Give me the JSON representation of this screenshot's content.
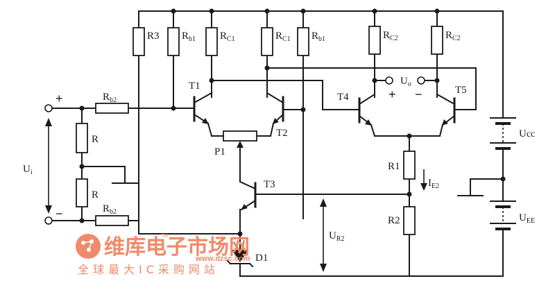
{
  "diagram": {
    "labels": {
      "R3": {
        "main": "R3",
        "sub": ""
      },
      "Rb1_left": {
        "main": "R",
        "sub": "b1"
      },
      "Rc1_left": {
        "main": "R",
        "sub": "C1"
      },
      "Rc1_right": {
        "main": "R",
        "sub": "C1"
      },
      "Rb1_right": {
        "main": "R",
        "sub": "b1"
      },
      "Rc2_left": {
        "main": "R",
        "sub": "C2"
      },
      "Rc2_right": {
        "main": "R",
        "sub": "C2"
      },
      "Rb2_top": {
        "main": "R",
        "sub": "b2"
      },
      "Rb2_bottom": {
        "main": "R",
        "sub": "b2"
      },
      "R_top": {
        "main": "R",
        "sub": ""
      },
      "R_bottom": {
        "main": "R",
        "sub": ""
      },
      "R1": {
        "main": "R1",
        "sub": ""
      },
      "R2": {
        "main": "R2",
        "sub": ""
      },
      "T1": {
        "main": "T1",
        "sub": ""
      },
      "T2": {
        "main": "T2",
        "sub": ""
      },
      "T3": {
        "main": "T3",
        "sub": ""
      },
      "T4": {
        "main": "T4",
        "sub": ""
      },
      "T5": {
        "main": "T5",
        "sub": ""
      },
      "P1": {
        "main": "P1",
        "sub": ""
      },
      "D1": {
        "main": "D1",
        "sub": ""
      },
      "Ui": {
        "main": "U",
        "sub": "i"
      },
      "Uo": {
        "main": "U",
        "sub": "o"
      },
      "Ucc": {
        "main": "U",
        "sub": "cc"
      },
      "Uee": {
        "main": "U",
        "sub": "EE"
      },
      "Ie2": {
        "main": "I",
        "sub": "E2"
      },
      "Ur2": {
        "main": "U",
        "sub": "R2"
      }
    },
    "signs": {
      "in_plus": "+",
      "in_minus": "−",
      "out_plus": "+",
      "out_minus": "−"
    }
  },
  "watermark": {
    "logo_text": "维库电子市场网",
    "tagline": "全球最大IC采购网站",
    "url": "www.dzsc.com",
    "tm": "TM",
    "color": "#f08a6a"
  }
}
